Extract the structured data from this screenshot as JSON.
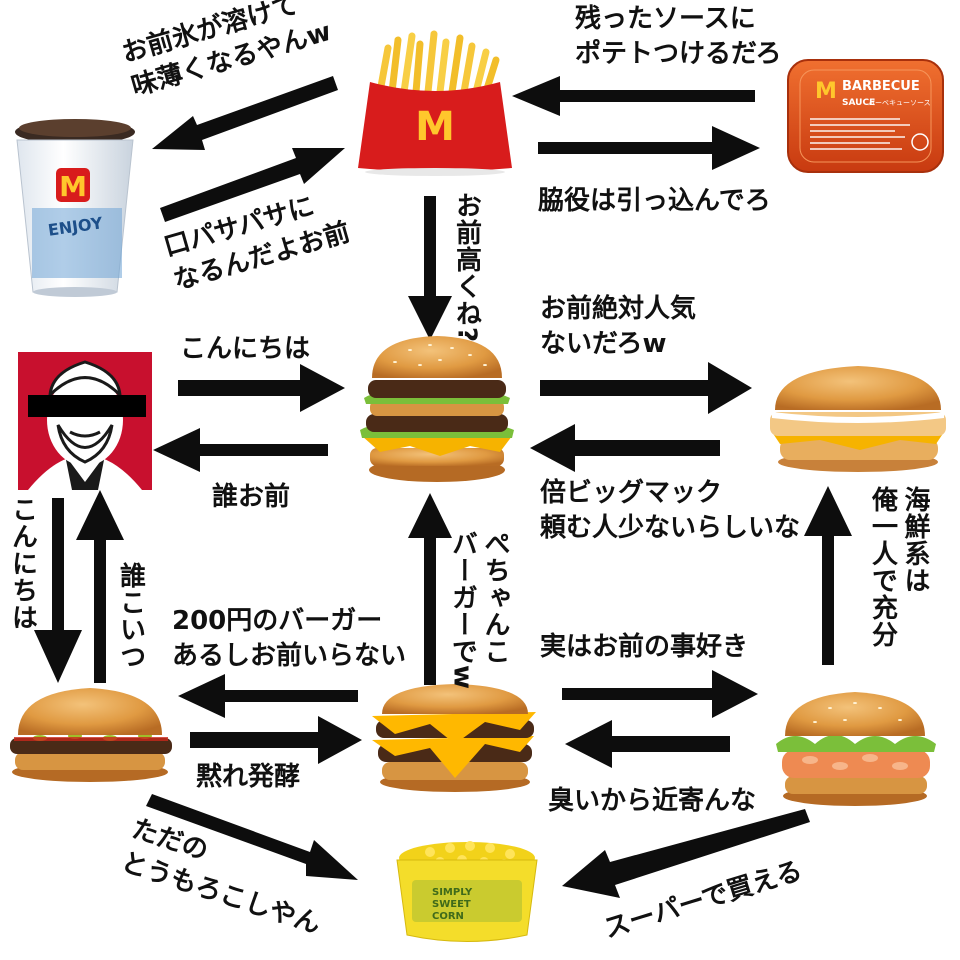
{
  "items": {
    "drink_cup": {
      "logo": "M",
      "cup_text": "ENJOY"
    },
    "fries": {
      "logo": "M"
    },
    "bbq_sauce": {
      "logo": "M",
      "title": "BARBECUE",
      "subtitle": "SAUCE",
      "jp": "バーベキューソース"
    },
    "kfc_colonel": {},
    "big_mac": {},
    "filet_o_fish": {},
    "hamburger": {},
    "double_cheeseburger": {},
    "ebi_burger": {},
    "corn": {
      "cup_lines": [
        "SIMPLY",
        "SWEET",
        "CORN"
      ]
    }
  },
  "labels": {
    "drink_to_fries": "お前氷が溶けて\n味薄くなるやんw",
    "fries_to_drink": "口パサパサに\nなるんだよお前",
    "sauce_to_fries": "残ったソースに\nポテトつけるだろ",
    "fries_to_sauce": "脇役は引っ込んでろ",
    "fries_to_bigmac": "お前高くね?",
    "kfc_to_bigmac": "こんにちは",
    "bigmac_to_kfc": "誰お前",
    "bigmac_to_fish": "お前絶対人気\nないだろw",
    "fish_to_bigmac": "倍ビッグマック\n頼む人少ないらしいな",
    "kfc_to_hamburger": "こんにちは",
    "hamburger_to_kfc": "誰こいつ",
    "double_to_bigmac": "ぺちゃんこ\nバーガーでw",
    "double_to_hamburger": "200円のバーガー\nあるしお前いらない",
    "hamburger_to_double": "黙れ発酵",
    "double_to_ebi": "実はお前の事好き",
    "ebi_to_double": "臭いから近寄んな",
    "ebi_to_fish": "海鮮系は\n俺一人で充分",
    "hamburger_to_corn": "ただの\nとうもろこしやん",
    "ebi_to_corn": "スーパーで買える"
  },
  "colors": {
    "arrow": "#0d0d0d",
    "mcd_red": "#d81c1c",
    "mcd_yellow": "#ffc72c",
    "kfc_red": "#c8102e",
    "bun": "#e3a04a",
    "patty": "#4a2a17",
    "lettuce": "#7bbf3a",
    "cheese": "#f6b300",
    "sauce_orange": "#e8541c",
    "corn_yellow": "#f2d21a"
  }
}
